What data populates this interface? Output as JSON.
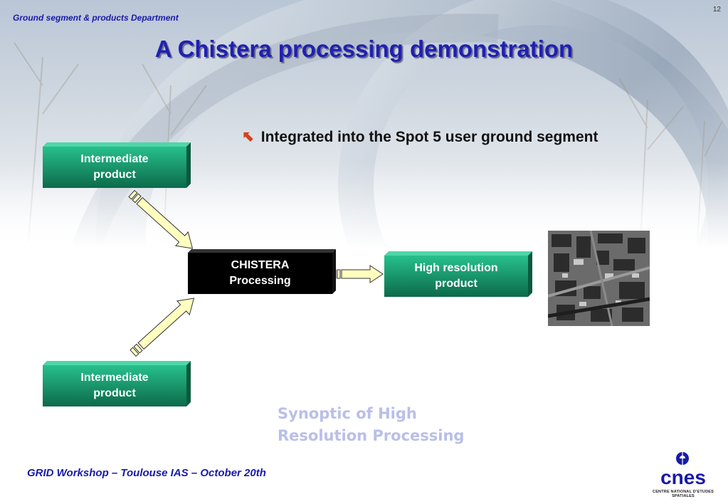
{
  "header": {
    "department": "Ground segment & products Department",
    "page_number": "12"
  },
  "slide": {
    "title": "A Chistera processing demonstration",
    "bullet_icon": "arrow-up-left-icon",
    "bullet_text": "Integrated into the Spot 5 user ground segment"
  },
  "diagram": {
    "nodes": [
      {
        "id": "input-top",
        "label_line1": "Intermediate",
        "label_line2": "product"
      },
      {
        "id": "processor",
        "label_line1": "CHISTERA",
        "label_line2": "Processing"
      },
      {
        "id": "output",
        "label_line1": "High resolution",
        "label_line2": "product"
      },
      {
        "id": "input-bottom",
        "label_line1": "Intermediate",
        "label_line2": "product"
      }
    ],
    "edges": [
      {
        "from": "input-top",
        "to": "processor"
      },
      {
        "from": "input-bottom",
        "to": "processor"
      },
      {
        "from": "processor",
        "to": "output"
      }
    ],
    "caption_line1": "Synoptic of High",
    "caption_line2": "Resolution Processing"
  },
  "footer": {
    "event": "GRID Workshop – Toulouse IAS – October 20th"
  },
  "logo": {
    "wordmark": "cnes",
    "tagline": "CENTRE NATIONAL D'ETUDES SPATIALES"
  },
  "colors": {
    "title": "#2020b0",
    "department": "#1a1aa8",
    "box_green": "#1faa7a",
    "box_black": "#000000",
    "arrow_fill": "#ffffc0",
    "caption": "#b9bfe8",
    "bullet_icon": "#d4421a"
  }
}
